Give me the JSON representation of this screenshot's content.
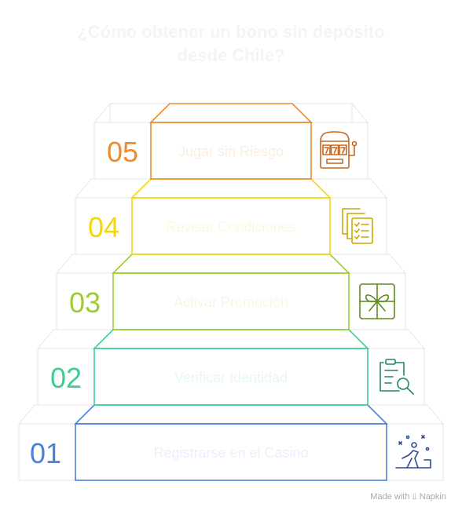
{
  "title": {
    "line1": "¿Cómo obtener un bono sin depósito",
    "line2": "desde Chile?"
  },
  "steps": [
    {
      "number": "01",
      "label": "Registrarse en el Casino",
      "color": "#4a7fe0",
      "label_color": "#e9f0fd",
      "icon": "person-sparkles-icon"
    },
    {
      "number": "02",
      "label": "Verificar Identidad",
      "color": "#3ecf8e",
      "label_color": "#e6f8ef",
      "icon": "document-search-icon"
    },
    {
      "number": "03",
      "label": "Activar Promoción",
      "color": "#9acd32",
      "label_color": "#f2f8e2",
      "icon": "gift-box-icon"
    },
    {
      "number": "04",
      "label": "Revisar Condiciones",
      "color": "#f2d70c",
      "label_color": "#fdf8dc",
      "icon": "checklist-documents-icon"
    },
    {
      "number": "05",
      "label": "Jugar sin Riesgo",
      "color": "#ee8b2d",
      "label_color": "#fdeede",
      "icon": "slot-machine-icon"
    }
  ],
  "footer": {
    "made_with": "Made with",
    "brand": "Napkin"
  }
}
